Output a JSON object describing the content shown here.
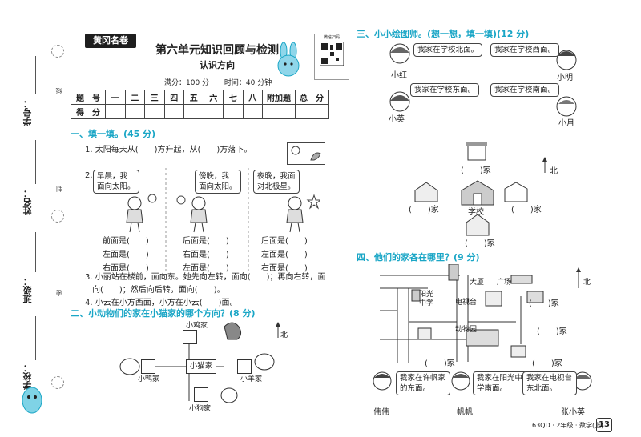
{
  "sidebar": {
    "labels": [
      "学号：",
      "姓名：",
      "班级：",
      "学校："
    ],
    "cut_marks": [
      "线",
      "封",
      "密"
    ]
  },
  "header": {
    "brand": "黄冈名卷",
    "title": "第六单元知识回顾与检测",
    "subtitle": "认识方向",
    "qr_text": "微信扫码",
    "full_score": "满分：100 分",
    "time": "时间：40 分钟"
  },
  "score_table": {
    "row1": [
      "题　号",
      "一",
      "二",
      "三",
      "四",
      "五",
      "六",
      "七",
      "八",
      "附加题",
      "总　分"
    ],
    "row2": [
      "得　分",
      "",
      "",
      "",
      "",
      "",
      "",
      "",
      "",
      "",
      ""
    ]
  },
  "section1": {
    "title": "一、填一填。(45 分)",
    "q1": "1. 太阳每天从(　　)方升起，从(　　)方落下。",
    "q2_num": "2.",
    "bubbles": [
      "早晨，我\n面向太阳。",
      "傍晚，我\n面向太阳。",
      "夜晚，我面\n对北极星。"
    ],
    "rows": [
      "前面是(　　)",
      "左面是(　　)",
      "右面是(　　)",
      "后面是(　　)",
      "右面是(　　)",
      "左面是(　　)",
      "后面是(　　)",
      "左面是(　　)",
      "右面是(　　)"
    ],
    "q3a": "3. 小丽站在楼前，面向东。她先向左转，面向(　　)；再向右转，面",
    "q3b": "向(　　)；然后向后转，面向(　　)。",
    "q4": "4. 小云在小方西面，小方在小云(　　)面。"
  },
  "section2": {
    "title": "二、小动物们的家在小猫家的哪个方向？(8 分)",
    "north": "北",
    "center": "小猫家",
    "labels": [
      "小鸡家",
      "小鸭家",
      "小羊家",
      "小狗家"
    ]
  },
  "section3": {
    "title": "三、小小绘图师。(想一想，填一填)(12 分)",
    "bubbles": [
      "我家在学校北面。",
      "我家在学校西面。",
      "我家在学校东面。",
      "我家在学校南面。"
    ],
    "names": [
      "小红",
      "小明",
      "小英",
      "小月"
    ],
    "home": "(　　)家",
    "school": "学校",
    "north": "北"
  },
  "section4": {
    "title": "四、他们的家各在哪里？(9 分)",
    "places": [
      "大厦",
      "广场",
      "阳光中学",
      "电视台",
      "动物园"
    ],
    "home": "(　　)家",
    "north": "北",
    "bubbles": [
      "我家在许帆家的东面。",
      "我家在阳光中学南面。",
      "我家在电视台东北面。"
    ],
    "names": [
      "伟伟",
      "帆帆",
      "张小英"
    ]
  },
  "footer": {
    "text": "63QD · 2年级 · 数学(上)",
    "page": "13"
  },
  "colors": {
    "accent": "#1aa6c6",
    "line": "#333333"
  }
}
